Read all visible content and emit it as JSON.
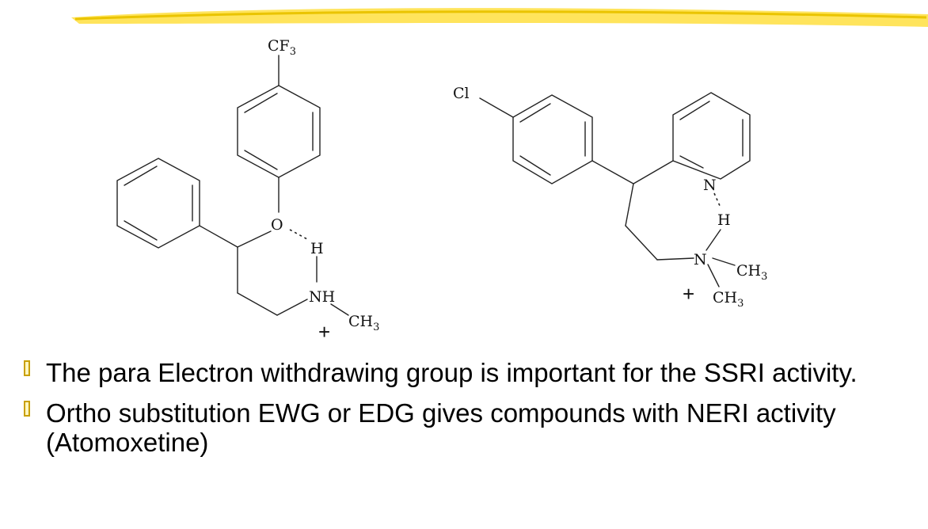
{
  "colors": {
    "stroke": "#eac400",
    "highlight": "#ffe14a",
    "text": "#000000",
    "bullet": "#c9a000"
  },
  "molecule_left": {
    "cf3": {
      "main": "CF",
      "sub": "3"
    },
    "oxygen": "O",
    "hydrogen": "H",
    "amine": "NH",
    "methyl": {
      "main": "CH",
      "sub": "3"
    },
    "charge": "+"
  },
  "molecule_right": {
    "chlorine": "Cl",
    "pyridine_n": "N",
    "hydrogen": "H",
    "amine": "N",
    "methyl_1": {
      "main": "CH",
      "sub": "3"
    },
    "methyl_2": {
      "main": "CH",
      "sub": "3"
    },
    "charge": "+"
  },
  "bullets": [
    {
      "text": "The para Electron withdrawing group is important for the SSRI activity."
    },
    {
      "text": "Ortho substitution EWG or EDG gives compounds with NERI activity (Atomoxetine)"
    }
  ]
}
